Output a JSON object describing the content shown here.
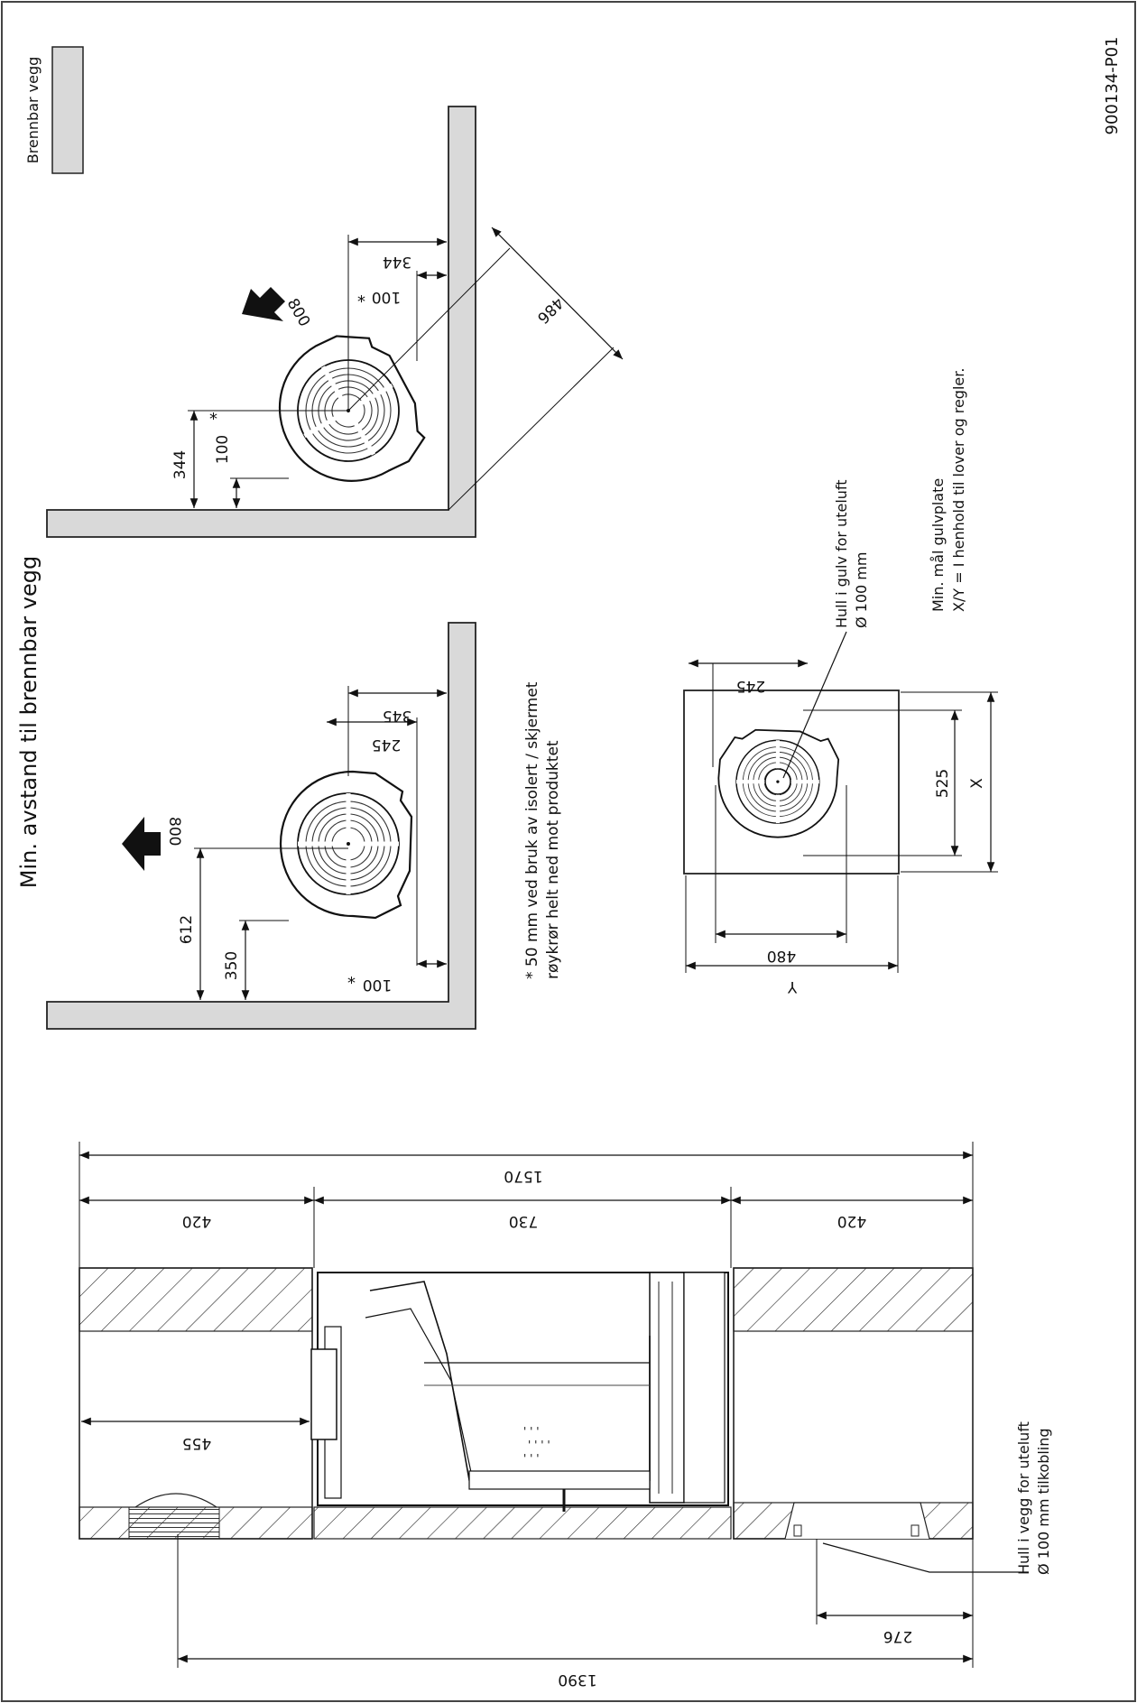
{
  "drawing_id": "900134-P01",
  "legend": {
    "label": "Brennbar vegg"
  },
  "section_title": "Min. avstand til brennbar vegg",
  "side_clearance": {
    "arrow_value": "800",
    "dim_back": "612",
    "dim_back_reduced": "350",
    "dim_side": "345",
    "dim_side_reduced": "245",
    "dim_wall": "100",
    "asterisk": "*"
  },
  "corner_clearance": {
    "arrow_value": "800",
    "dim_a": "344",
    "dim_a_reduced": "100",
    "dim_b": "344",
    "dim_b_reduced": "100",
    "dim_diagonal": "486",
    "asterisk": "*"
  },
  "footnote": {
    "line1": "* 50 mm ved bruk av isolert / skjermet",
    "line2": "røykrør helt ned mot produktet"
  },
  "floor_plate": {
    "dim_x_inner": "525",
    "dim_x": "X",
    "dim_y_inner": "480",
    "dim_y": "Y",
    "dim_top": "245",
    "hole_line1": "Hull i gulv for uteluft",
    "hole_line2": "Ø 100 mm",
    "note_line1": "Min. mål gulvplate",
    "note_line2": "X/Y = I henhold til lover og regler."
  },
  "section_view": {
    "dim_total": "1570",
    "dim_left": "420",
    "dim_mid": "730",
    "dim_right": "420",
    "dim_inner": "455",
    "dim_length": "1390",
    "dim_offset": "276",
    "wall_hole_line1": "Hull i vegg for uteluft",
    "wall_hole_line2": "Ø 100 mm tilkobling"
  }
}
